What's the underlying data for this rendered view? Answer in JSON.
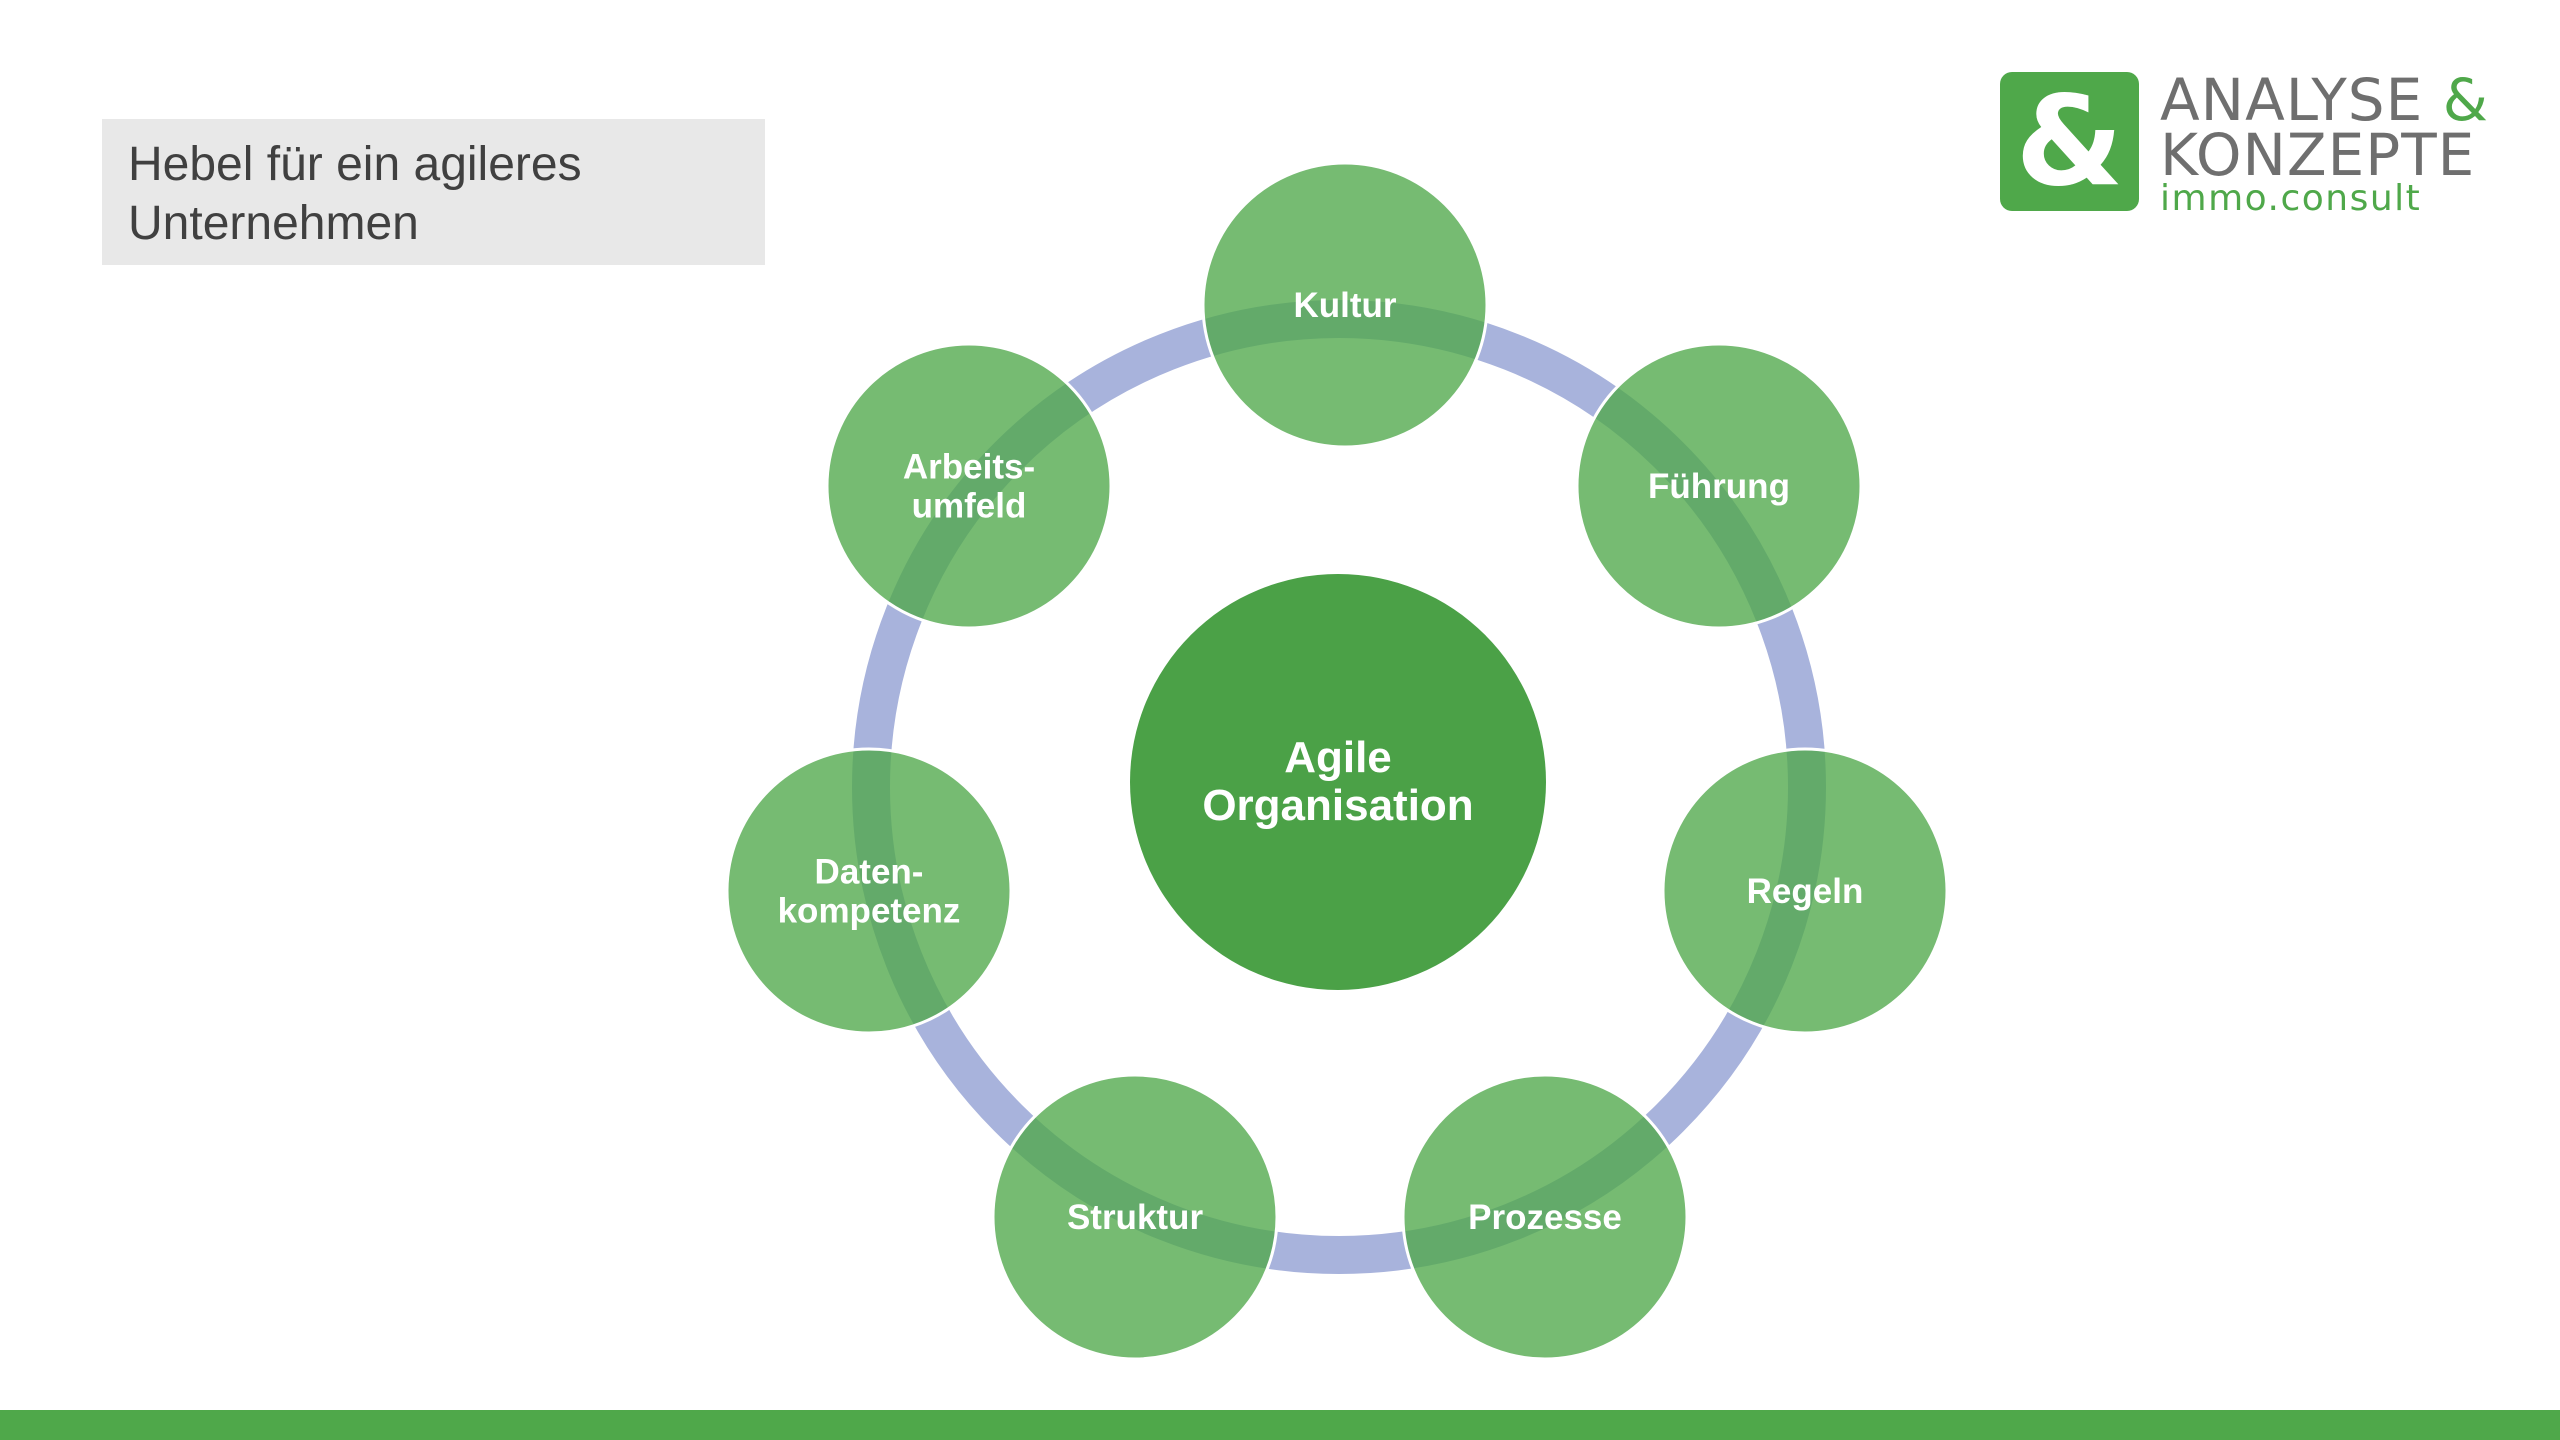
{
  "title": {
    "line1": "Hebel für ein agileres",
    "line2": "Unternehmen"
  },
  "logo": {
    "icon_name": "ampersand-logo-icon",
    "glyph": "&",
    "line1": "ANALYSE",
    "line1_accent": "&",
    "line2": "KONZEPTE",
    "line3": "immo.consult"
  },
  "diagram": {
    "center": {
      "line1": "Agile",
      "line2": "Organisation"
    },
    "nodes": [
      {
        "id": "kultur",
        "lines": [
          "Kultur"
        ]
      },
      {
        "id": "fuehrung",
        "lines": [
          "Führung"
        ]
      },
      {
        "id": "regeln",
        "lines": [
          "Regeln"
        ]
      },
      {
        "id": "prozesse",
        "lines": [
          "Prozesse"
        ]
      },
      {
        "id": "struktur",
        "lines": [
          "Struktur"
        ]
      },
      {
        "id": "datenkompetenz",
        "lines": [
          "Daten-",
          "kompetenz"
        ]
      },
      {
        "id": "arbeitsumfeld",
        "lines": [
          "Arbeits-",
          "umfeld"
        ]
      }
    ]
  },
  "colors": {
    "accent_green": "#4fa84a",
    "node_green": "#64ad5f",
    "center_green": "#4ba147",
    "ring_blue": "#a8b3dc",
    "title_bg": "#e8e8e8",
    "title_text": "#404040",
    "logo_gray": "#6f6f6f"
  }
}
